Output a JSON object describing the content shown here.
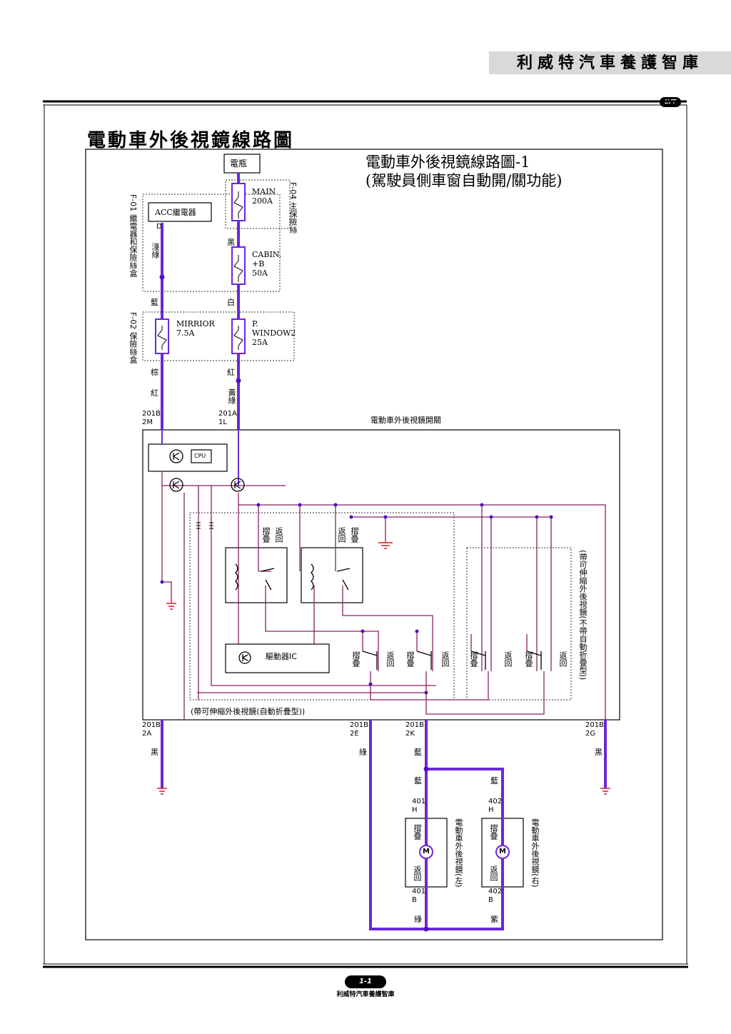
{
  "header": {
    "brand": "利威特汽車養護智庫",
    "badge": "LVT"
  },
  "page_title": "電動車外後視鏡線路圖",
  "diagram": {
    "title_line1": "電動車外後視鏡線路圖-1",
    "title_line2": "(駕駛員側車窗自動開/關功能)",
    "battery": "電瓶",
    "main_fuse": "MAIN\n200A",
    "main_fuse_box": "F-04 主保險絲",
    "relay_fuse_box": "F-01 繼電器和保險絲盒",
    "acc_relay": "ACC繼電器",
    "acc_pin": "D",
    "cabin_fuse": "CABIN.\n+B\n50A",
    "fuse_box_f02": "F-02 保險絲盒",
    "mirror_fuse": "MIRRIOR\n7.5A",
    "pwindow_fuse": "P.\nWINDOW2\n25A",
    "wire_colors": {
      "light_green": "淺綠",
      "black_1": "黑",
      "blue_1": "藍",
      "white": "白",
      "brown": "棕",
      "red_1": "紅",
      "red_2": "紅",
      "yellow_green": "黃綠",
      "black_2": "黑",
      "green_1": "綠",
      "blue_2": "藍",
      "black_3": "黑",
      "blue_3": "藍",
      "blue_4": "藍",
      "green_2": "綠",
      "purple": "紫"
    },
    "connectors": {
      "c201b_2m": "201B\n2M",
      "c201a_1l": "201A\n1L",
      "c201b_2a": "201B\n2A",
      "c201b_2e": "201B\n2E",
      "c201b_2k": "201B\n2K",
      "c201b_2g": "201B\n2G",
      "c401h": "401\nH",
      "c402h": "402\nH",
      "c401b": "401\nB",
      "c402b": "402\nB"
    },
    "switch_title": "電動車外後視鏡開關",
    "cpu": "CPU",
    "driver_ic": "驅動器IC",
    "fold": "摺疊",
    "return": "返回",
    "auto_fold_note": "(帶可伸縮外後視鏡(自動折疊型))",
    "non_auto_note": "(帶可伸縮外後視鏡(不帶自動折疊型))",
    "mirror_left": "電動車外後視鏡(左)",
    "mirror_right": "電動車外後視鏡(右)",
    "motor": "M",
    "colors": {
      "wire": "#6a28d8",
      "thin_wire": "#8a2060",
      "node": "#5010c0",
      "ground": "#d02020"
    }
  },
  "footer": {
    "page_badge": "1-1",
    "brand": "利威特汽車養護智庫"
  }
}
